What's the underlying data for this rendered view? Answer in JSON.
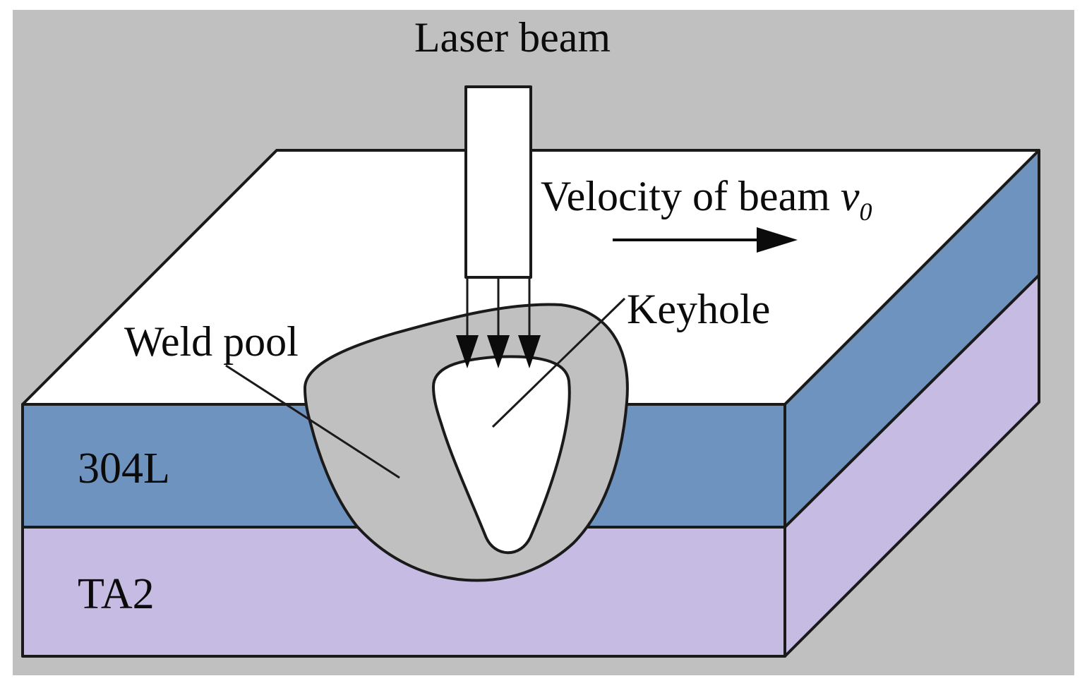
{
  "labels": {
    "laser_beam": "Laser beam",
    "velocity": "Velocity of beam ",
    "velocity_symbol": "v",
    "velocity_subscript": "0",
    "keyhole": "Keyhole",
    "weld_pool": "Weld pool",
    "top_layer": "304L",
    "bottom_layer": "TA2"
  },
  "colors": {
    "background": "#c0c0c0",
    "top_surface": "#ffffff",
    "layer_304L": "#6f93bf",
    "layer_TA2": "#c5bbe3",
    "weld_pool": "#c0c0c0",
    "keyhole": "#ffffff",
    "laser_beam": "#ffffff",
    "outline": "#1a1a1a"
  }
}
